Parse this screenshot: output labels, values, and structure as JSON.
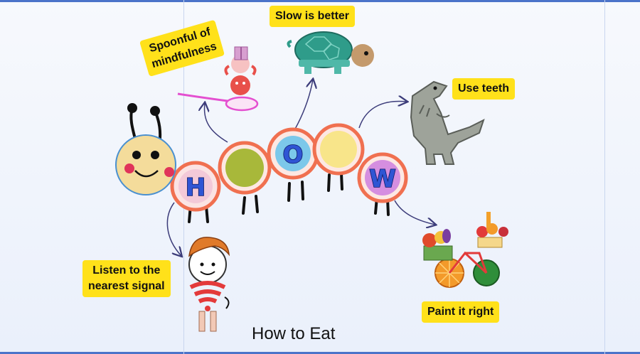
{
  "title": "How to Eat",
  "caterpillar": {
    "letters": [
      "H",
      "O",
      "W"
    ]
  },
  "tips": {
    "spoonful": [
      "Spoonful of",
      "mindfulness"
    ],
    "slow": "Slow is better",
    "teeth": "Use teeth",
    "listen": [
      "Listen to the",
      "nearest signal"
    ],
    "paint": "Paint it right"
  },
  "colors": {
    "callout": "#ffe11a",
    "accent_blue": "#2f55d4",
    "ring": "#f07050",
    "arrow": "#3c3c7a"
  }
}
